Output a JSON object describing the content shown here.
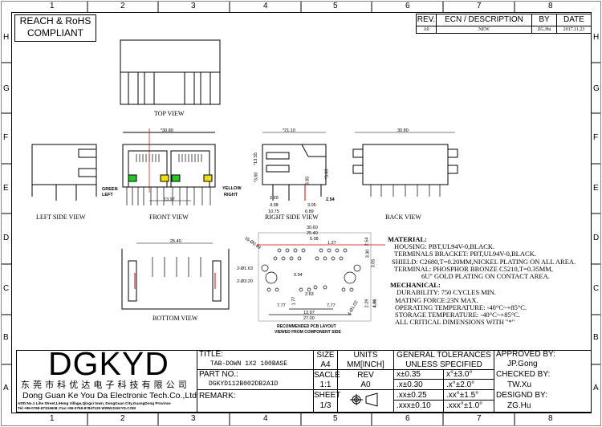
{
  "compliance": "REACH & RoHS COMPLIANT",
  "compliance_line1": "REACH & RoHS",
  "compliance_line2": "COMPLIANT",
  "columns": [
    "1",
    "2",
    "3",
    "4",
    "5",
    "6",
    "7",
    "8"
  ],
  "rows": [
    "H",
    "G",
    "F",
    "E",
    "D",
    "C",
    "B",
    "A"
  ],
  "revision_table": {
    "headers": [
      "REV.",
      "ECN / DESCRIPTION",
      "BY",
      "DATE"
    ],
    "row": [
      "A0",
      "NEW",
      "ZG.Hu",
      "2017.11.23"
    ]
  },
  "views": {
    "top": "TOP VIEW",
    "left": "LEFT SIDE VIEW",
    "front": "FRONT VIEW",
    "right": "RIGHT SIDE VIEW",
    "back": "BACK VIEW",
    "bottom": "BOTTOM VIEW",
    "pcb_line1": "RECOMMENDED PCB LAYOUT",
    "pcb_line2": "VIEWED FROM COMPONENT SIDE"
  },
  "front_labels": {
    "green": "GREEN",
    "left": "LEFT",
    "yellow": "YELLOW",
    "right": "RIGHT"
  },
  "dimensions": {
    "front_width": "*30.80",
    "front_pitch": "13.97",
    "side_width": "*21.10",
    "side_h1": "*13.55",
    "side_h2": "*3.80",
    "side_h3": "3.85",
    "side_h4": "*3.60",
    "side_d1": "2.29",
    "side_d2": "4.08",
    "side_d3": "3.05",
    "side_d4": "2.54",
    "side_d5": "10.75",
    "side_d6": "6.89",
    "back_width": "30.80",
    "bottom_width": "25.40",
    "pcb": [
      "30.60",
      "25.40",
      "5.08",
      "1.27",
      "16-Ø0.89",
      "2.54",
      "3.30",
      "3.05",
      "2-Ø1.63",
      "2-Ø3.20",
      "0.94",
      "2.63",
      "1.77",
      "7.77",
      "7.77",
      "13.97",
      "27.00",
      "2.29",
      "4.06",
      "4-Ø1.02"
    ]
  },
  "notes": {
    "material_title": "MATERIAL:",
    "material": [
      "HOUSING: PBT,UL94V-0,BLACK.",
      "TERMINALS BRACKET: PBT,UL94V-0,BLACK.",
      "SHIELD: C2680,T=0.20MM,NICKEL PLATING ON ALL AREA.",
      "TERMINAL: PHOSPHOR BRONZE C5210,T=0.35MM,",
      "6U\" GOLD PLATING ON CONTACT AREA."
    ],
    "mechanical_title": "MECHANICAL:",
    "mechanical": [
      "DURABILITY: 750 CYCLES MIN.",
      "MATING FORCE:23N MAX.",
      "OPERATING TEMPERATURE: -40°C~+85°C.",
      "STORAGE TEMPERATURE: -40°C~+85°C.",
      "ALL CRITICAL DIMENSIONS WITH \"*\""
    ]
  },
  "title_block": {
    "logo": "DGKYD",
    "company_cn": "东 莞 市 科 优 达 电 子 科 技 有 限 公 司",
    "company_en": "Dong Guan Ke You Da Electronic Tech.Co.,Ltd",
    "address": "ADD:No.1 Lihe Street,LiHeng Village,Qingxi town, DongGuan City,GuangDong Province",
    "contact": "Tel:+86-0769-87334608; Fax:+86-0769-87847129  WWW.DGKYD.COM",
    "title_label": "TITLE:",
    "title_value": "TAB-DOWN 1X2 100BASE",
    "part_label": "PART NO.:",
    "part_value": "DGKYD112B002DB2A1D",
    "remark_label": "REMARK:",
    "size_label": "SIZE",
    "size_value": "A4",
    "units_label": "UNITS",
    "units_value": "MM[INCH]",
    "scale_label": "SACLE",
    "scale_value": "1:1",
    "rev_label": "REV",
    "rev_value": "A0",
    "sheet_label": "SHEET",
    "sheet_value": "1/3",
    "tol_title1": "GENERAL TOLERANCES",
    "tol_title2": "UNLESS SPECIFIED",
    "tolerances": [
      [
        "x±0.35",
        "x°±3.0°"
      ],
      [
        ".x±0.30",
        ".x°±2.0°"
      ],
      [
        ".xx±0.25",
        ".xx°±1.5°"
      ],
      [
        ".xxx±0.10",
        ".xxx°±1.0°"
      ]
    ],
    "approved_label": "APPROVED BY:",
    "approved_value": "JP.Gong",
    "checked_label": "CHECKED BY:",
    "checked_value": "TW.Xu",
    "designed_label": "DESIGND BY:",
    "designed_value": "ZG.Hu"
  },
  "colors": {
    "green_led": "#22cc22",
    "yellow_led": "#f0e000",
    "centerline": "#cc0000"
  }
}
